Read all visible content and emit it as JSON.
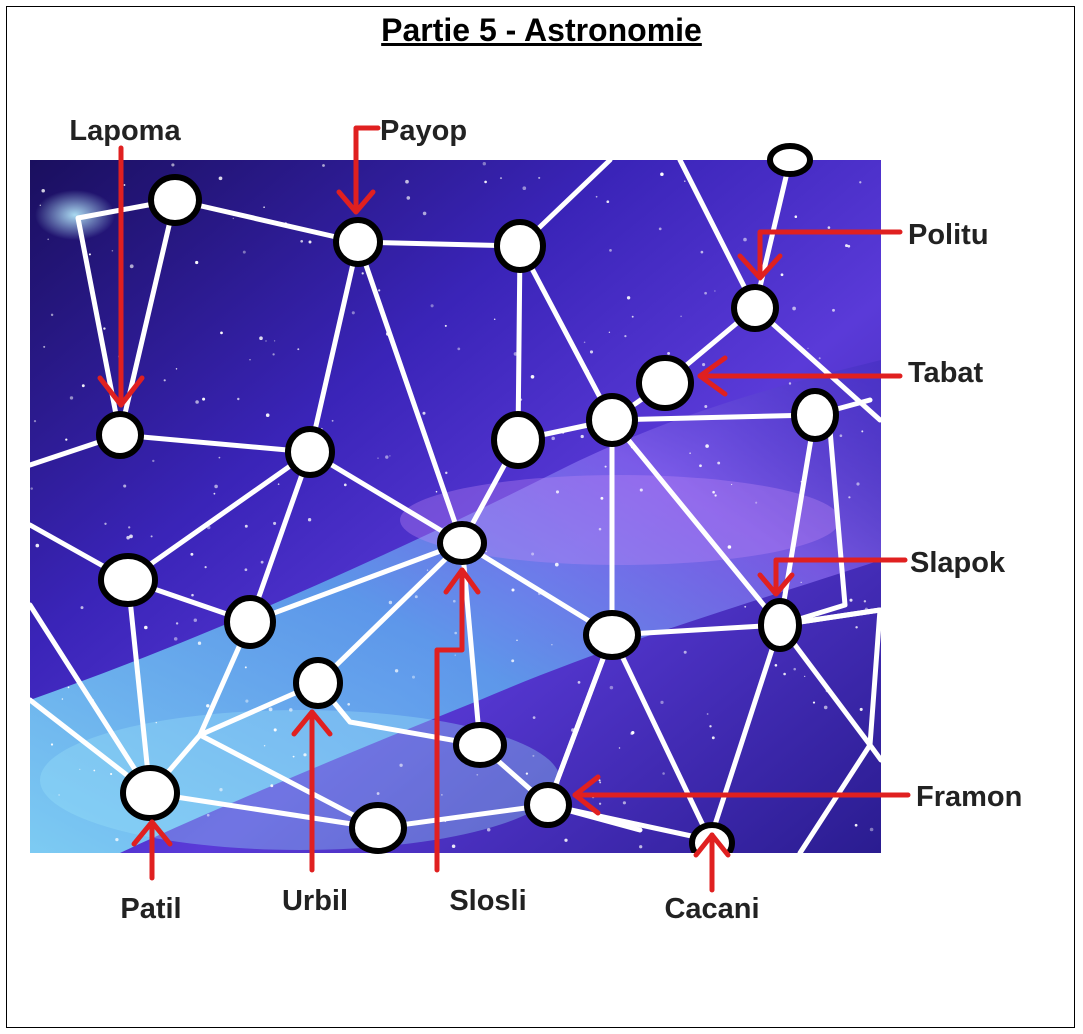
{
  "title": "Partie 5 - Astronomie",
  "colors": {
    "sky_dark": "#1a0f5e",
    "sky_purple": "#4a2fd0",
    "sky_light": "#6fc8f2",
    "arrow": "#e02020",
    "line": "#ffffff",
    "star_fill": "#ffffff",
    "star_outline": "#000000"
  },
  "labels": {
    "lapoma": "Lapoma",
    "payop": "Payop",
    "politu": "Politu",
    "tabat": "Tabat",
    "slapok": "Slapok",
    "framon": "Framon",
    "cacani": "Cacani",
    "slosli": "Slosli",
    "urbil": "Urbil",
    "patil": "Patil"
  }
}
